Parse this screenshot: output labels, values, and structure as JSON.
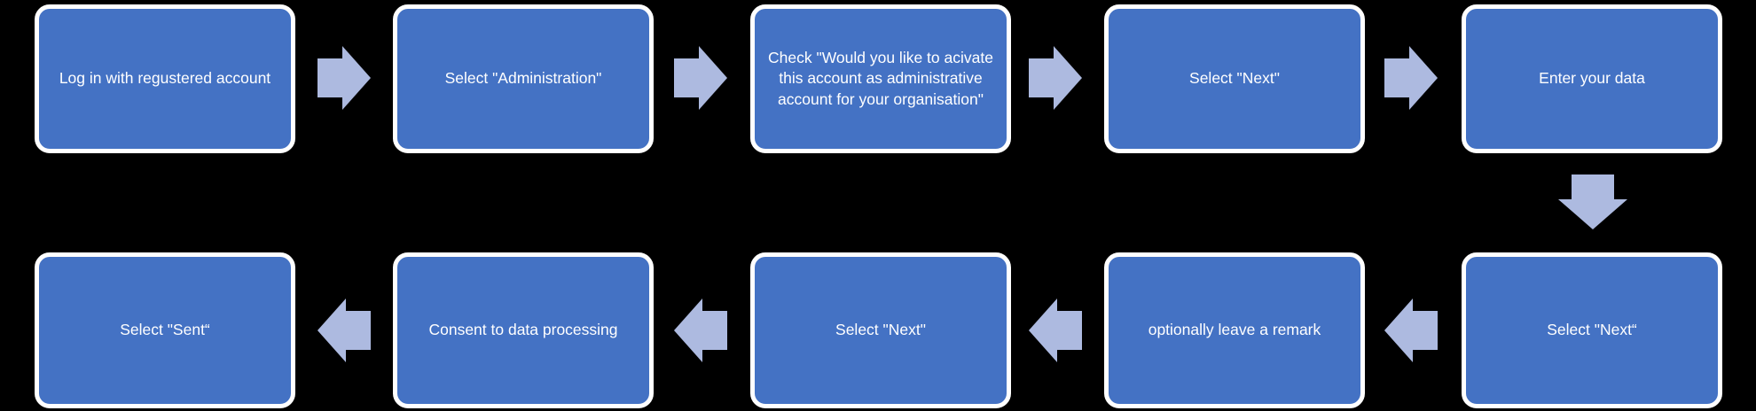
{
  "diagram": {
    "type": "flowchart",
    "description": "Two-row snaking process flow: top row left-to-right, then down, bottom row right-to-left",
    "colors": {
      "box_fill": "#4472C4",
      "box_border": "#FFFFFF",
      "arrow_fill": "#ADBAE0",
      "text": "#FFFFFF",
      "background": "#000000"
    },
    "steps": [
      {
        "order": 1,
        "label": "Log in with regustered account"
      },
      {
        "order": 2,
        "label": "Select \"Administration\""
      },
      {
        "order": 3,
        "label": "Check \"Would you like to acivate this account as administrative account for your organisation\""
      },
      {
        "order": 4,
        "label": "Select \"Next\""
      },
      {
        "order": 5,
        "label": "Enter your data"
      },
      {
        "order": 6,
        "label": "Select \"Next“"
      },
      {
        "order": 7,
        "label": "optionally leave a remark"
      },
      {
        "order": 8,
        "label": "Select \"Next\""
      },
      {
        "order": 9,
        "label": "Consent to data processing"
      },
      {
        "order": 10,
        "label": "Select \"Sent“"
      }
    ],
    "connectors": [
      {
        "from": 1,
        "to": 2,
        "direction": "right"
      },
      {
        "from": 2,
        "to": 3,
        "direction": "right"
      },
      {
        "from": 3,
        "to": 4,
        "direction": "right"
      },
      {
        "from": 4,
        "to": 5,
        "direction": "right"
      },
      {
        "from": 5,
        "to": 6,
        "direction": "down"
      },
      {
        "from": 6,
        "to": 7,
        "direction": "left"
      },
      {
        "from": 7,
        "to": 8,
        "direction": "left"
      },
      {
        "from": 8,
        "to": 9,
        "direction": "left"
      },
      {
        "from": 9,
        "to": 10,
        "direction": "left"
      }
    ]
  }
}
